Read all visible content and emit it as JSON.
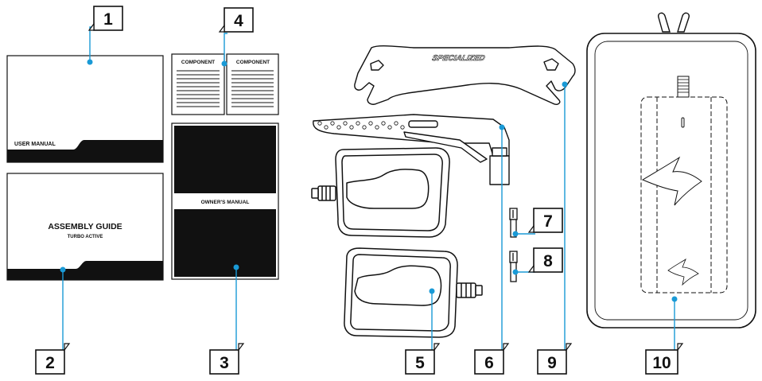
{
  "manuals": {
    "user_manual": "USER MANUAL",
    "assembly_guide_title": "ASSEMBLY GUIDE",
    "assembly_guide_subtitle": "TURBO ACTIVE",
    "owners_manual": "OWNER'S MANUAL",
    "component_left": "COMPONENT",
    "component_right": "COMPONENT"
  },
  "tool": {
    "brand": "SPECIALIZED"
  },
  "callouts": {
    "c1": "1",
    "c2": "2",
    "c3": "3",
    "c4": "4",
    "c5": "5",
    "c6": "6",
    "c7": "7",
    "c8": "8",
    "c9": "9",
    "c10": "10"
  },
  "colors": {
    "leader": "#1a9ad6",
    "ink": "#111111"
  }
}
